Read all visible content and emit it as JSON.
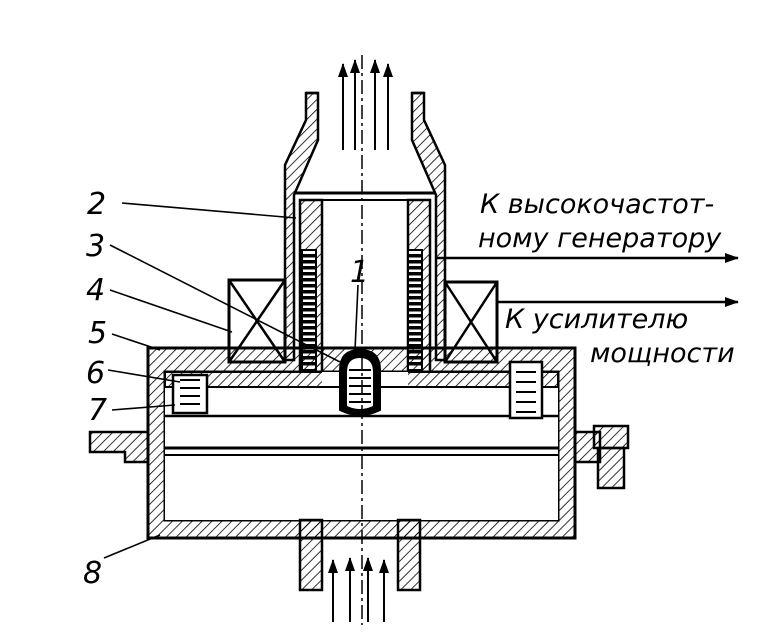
{
  "labels": {
    "part_1": "1",
    "part_2": "2",
    "part_3": "3",
    "part_4": "4",
    "part_5": "5",
    "part_6": "6",
    "part_7": "7",
    "part_8": "8"
  },
  "captions": {
    "hf_generator_line1": "К высокочастот-",
    "hf_generator_line2": "ному генератору",
    "amplifier_line1": "К усилителю",
    "amplifier_line2": "мощности"
  }
}
